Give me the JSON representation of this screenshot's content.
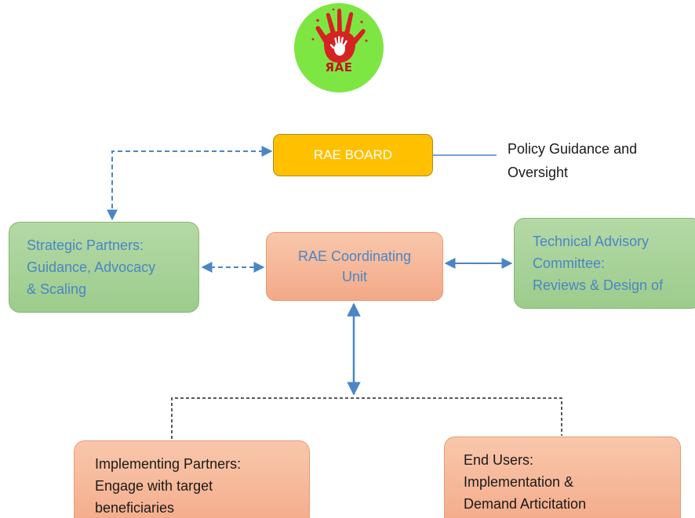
{
  "logo": {
    "text": "ЯAE",
    "icon": "hand-print-icon",
    "colors": {
      "circle": "#7ee642",
      "hand": "#d62222",
      "child_hand": "#ffffff"
    }
  },
  "board": {
    "label": "RAE BOARD",
    "note_lines": [
      "Policy Guidance and",
      "Oversight"
    ]
  },
  "coordinating_unit": {
    "lines": [
      "RAE Coordinating",
      "Unit"
    ]
  },
  "strategic_partners": {
    "lines": [
      "Strategic Partners:",
      "Guidance, Advocacy",
      "& Scaling"
    ]
  },
  "technical_committee": {
    "lines": [
      "Technical Advisory",
      "Committee:",
      "Reviews & Design of"
    ]
  },
  "implementing_partners": {
    "lines": [
      "Implementing Partners:",
      "Engage with target",
      "beneficiaries"
    ]
  },
  "end_users": {
    "lines": [
      "End Users:",
      "Implementation &",
      "Demand Articitation"
    ]
  },
  "colors": {
    "connector": "#4a86c5",
    "board_fill": "#ffc000",
    "green_fill": "#a9d39a",
    "orange_fill": "#f6b69a",
    "blue_text": "#4a86c5"
  }
}
